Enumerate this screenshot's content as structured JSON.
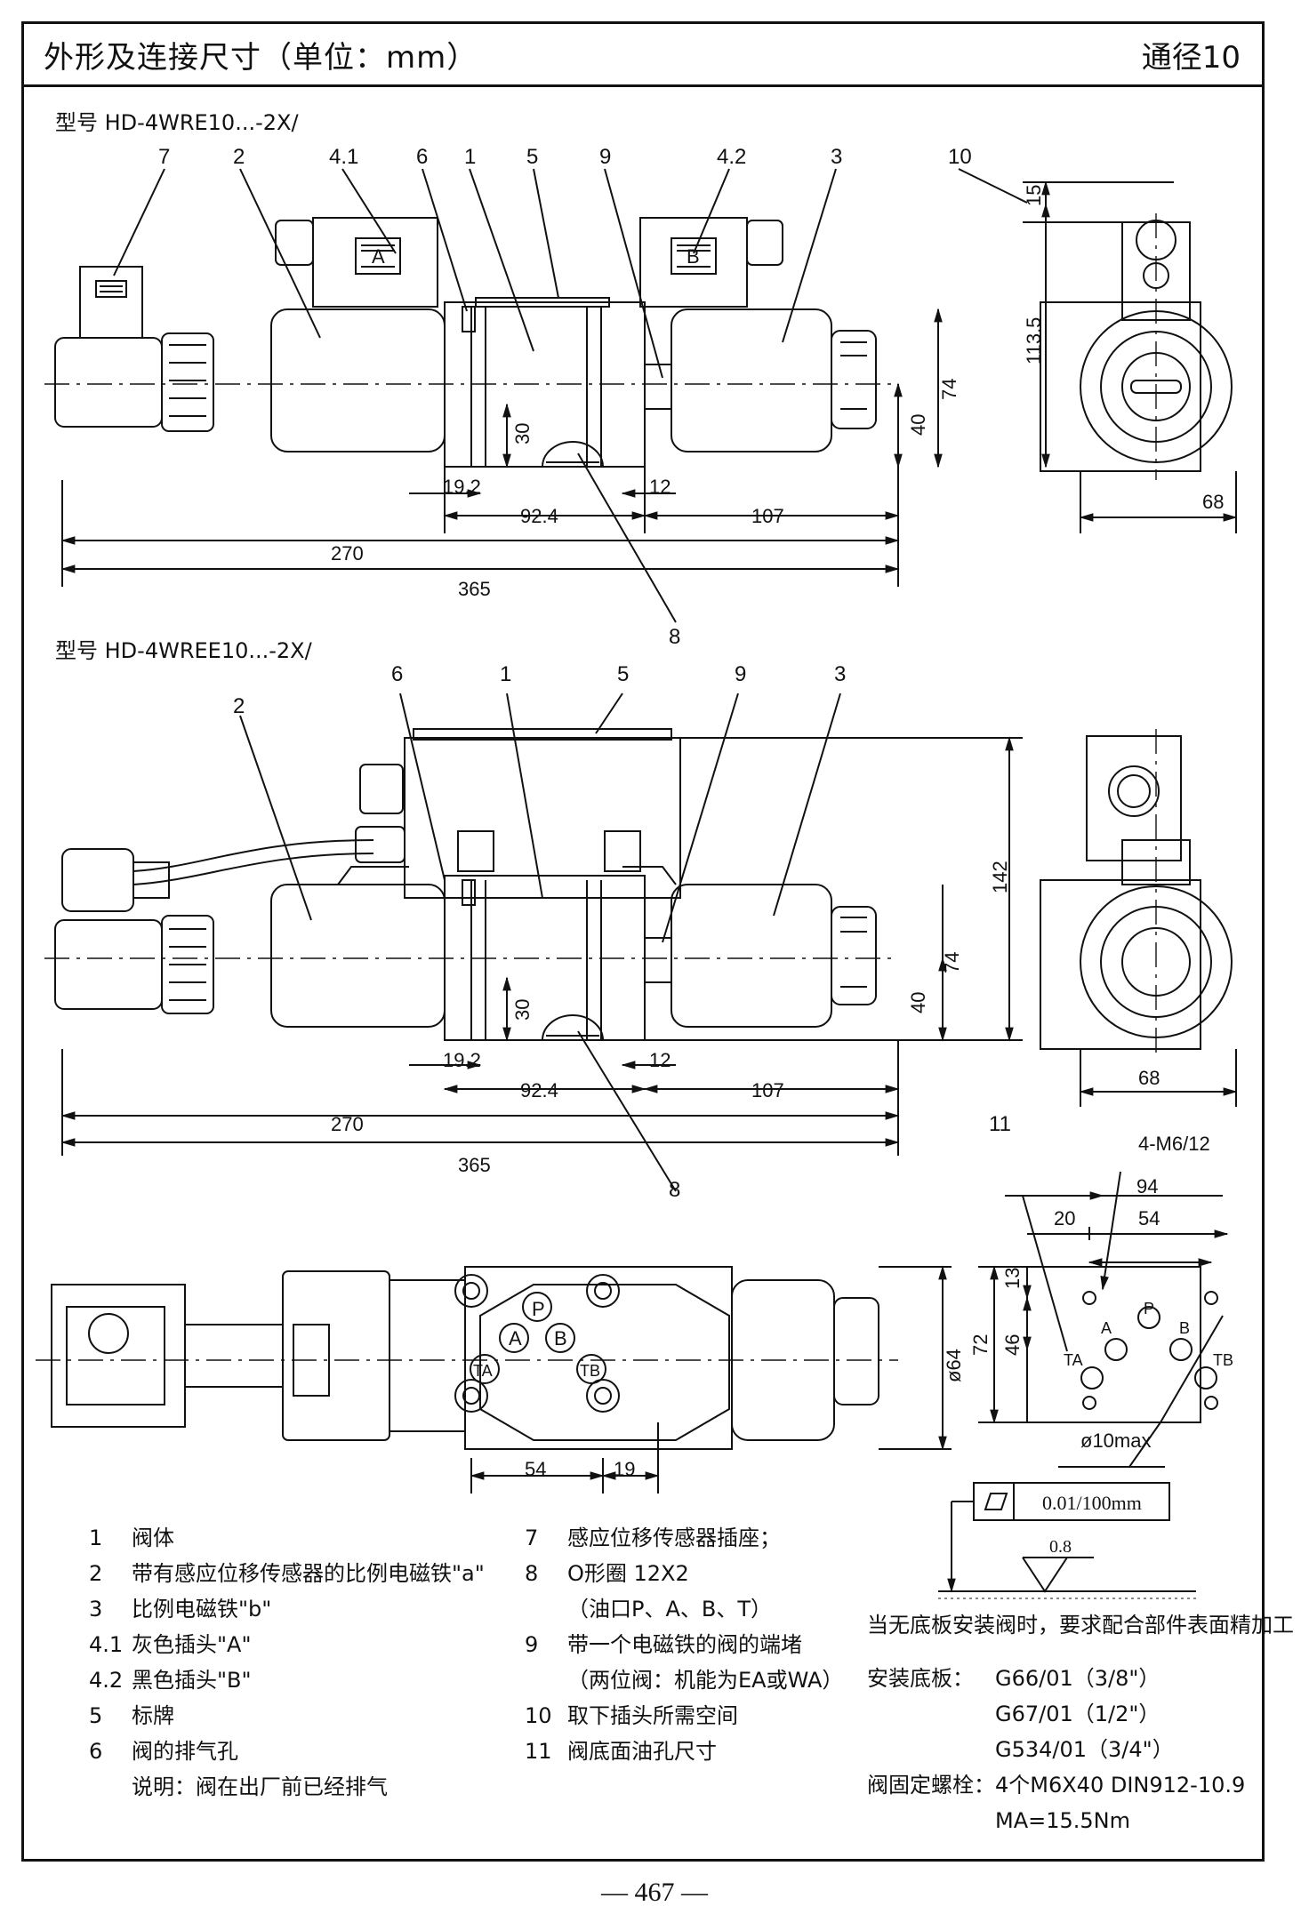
{
  "header": {
    "title": "外形及连接尺寸（单位：mm）",
    "right": "通径10"
  },
  "view1": {
    "model": "型号 HD-4WRE10...-2X/",
    "leaders": [
      "7",
      "2",
      "4.1",
      "6",
      "1",
      "5",
      "9",
      "4.2",
      "3",
      "10",
      "8"
    ],
    "plug_a": "A",
    "plug_b": "B",
    "dims": {
      "d15": "15",
      "d1135": "113.5",
      "d74": "74",
      "d40": "40",
      "d30": "30",
      "d192": "19.2",
      "d924": "92.4",
      "d12": "12",
      "d107": "107",
      "d270": "270",
      "d365": "365",
      "d68": "68"
    }
  },
  "view2": {
    "model": "型号 HD-4WREE10...-2X/",
    "leaders": [
      "6",
      "1",
      "5",
      "9",
      "3",
      "2",
      "8"
    ],
    "dims": {
      "d142": "142",
      "d74": "74",
      "d40": "40",
      "d30": "30",
      "d192": "19.2",
      "d924": "92.4",
      "d12": "12",
      "d107": "107",
      "d270": "270",
      "d365": "365",
      "d68": "68"
    }
  },
  "top_view": {
    "ports": [
      "P",
      "A",
      "B",
      "TA",
      "TB"
    ],
    "dims": {
      "d64": "ø64",
      "d54": "54",
      "d19": "19"
    }
  },
  "port_pattern": {
    "leader": "11",
    "thread": "4-M6/12",
    "ports": [
      "P",
      "A",
      "B",
      "TA",
      "TB"
    ],
    "dims": {
      "d94": "94",
      "d20": "20",
      "d54": "54",
      "d13": "13",
      "d72": "72",
      "d46": "46",
      "dia": "ø10max"
    }
  },
  "surface": {
    "flatness": "0.01/100mm",
    "roughness": "0.8",
    "note": "当无底板安装阀时，要求配合部件表面精加工"
  },
  "legend_left": [
    {
      "n": "1",
      "t": "阀体"
    },
    {
      "n": "2",
      "t": "带有感应位移传感器的比例电磁铁\"a\""
    },
    {
      "n": "3",
      "t": "比例电磁铁\"b\""
    },
    {
      "n": "4.1",
      "t": "灰色插头\"A\""
    },
    {
      "n": "4.2",
      "t": "黑色插头\"B\""
    },
    {
      "n": "5",
      "t": "标牌"
    },
    {
      "n": "6",
      "t": "阀的排气孔"
    },
    {
      "n": "",
      "t": "说明：阀在出厂前已经排气"
    }
  ],
  "legend_right": [
    {
      "n": "7",
      "t": "感应位移传感器插座；"
    },
    {
      "n": "8",
      "t": "O形圈 12X2"
    },
    {
      "n": "",
      "t": "（油口P、A、B、T）"
    },
    {
      "n": "9",
      "t": "带一个电磁铁的阀的端堵"
    },
    {
      "n": "",
      "t": "（两位阀：机能为EA或WA）"
    },
    {
      "n": "10",
      "t": "取下插头所需空间"
    },
    {
      "n": "11",
      "t": "阀底面油孔尺寸"
    }
  ],
  "plate": {
    "label": "安装底板：",
    "items": [
      "G66/01（3/8\"）",
      "G67/01（1/2\"）",
      "G534/01（3/4\"）"
    ],
    "bolt_label": "阀固定螺栓：",
    "bolt_value": "4个M6X40 DIN912-10.9",
    "torque": "MA=15.5Nm"
  },
  "page_number": "— 467 —"
}
